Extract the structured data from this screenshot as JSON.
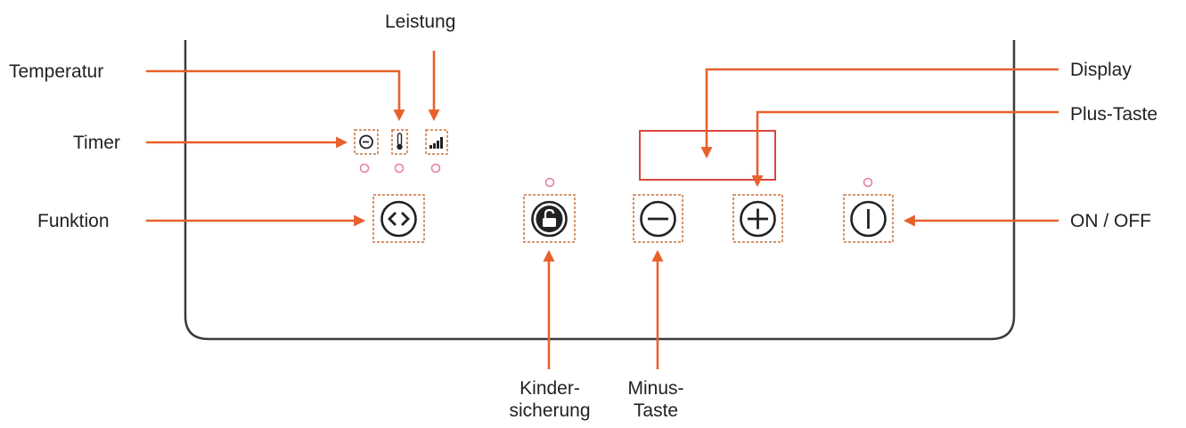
{
  "labels": {
    "leistung": "Leistung",
    "temperatur": "Temperatur",
    "timer": "Timer",
    "funktion": "Funktion",
    "display": "Display",
    "plus_taste": "Plus-Taste",
    "on_off": "ON / OFF",
    "kinder_line1": "Kinder-",
    "kinder_line2": "sicherung",
    "minus_line1": "Minus-",
    "minus_line2": "Taste"
  },
  "icons": {
    "timer": "clock-icon",
    "temperatur": "thermometer-icon",
    "leistung": "power-level-icon",
    "funktion": "function-arrows-icon",
    "kindersicherung": "lock-icon",
    "minus": "minus-icon",
    "plus": "plus-icon",
    "on_off": "power-icon"
  },
  "colors": {
    "arrow": "#e8602c",
    "panel_outline": "#3a3a3a",
    "display_outline": "#d9453d",
    "indicator_led": "#e57b9a",
    "highlight_box": "#c8733a",
    "text": "#222222"
  }
}
